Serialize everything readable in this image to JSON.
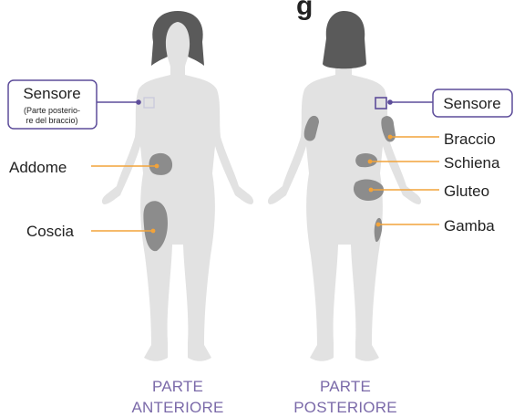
{
  "title_fragment": "g",
  "front": {
    "sensor_label": "Sensore",
    "sensor_note_line1": "(Parte posterio-",
    "sensor_note_line2": "re del braccio)",
    "sites": [
      "Addome",
      "Coscia"
    ],
    "caption_line1": "PARTE",
    "caption_line2": "ANTERIORE"
  },
  "back": {
    "sensor_label": "Sensore",
    "sites": [
      "Braccio",
      "Schiena",
      "Gluteo",
      "Gamba"
    ],
    "caption_line1": "PARTE",
    "caption_line2": "POSTERIORE"
  },
  "colors": {
    "body": "#e2e2e2",
    "hair": "#5a5a5a",
    "site_patch": "#8c8c8c",
    "leader_line": "#f2a33a",
    "sensor_accent": "#5d4d9a",
    "caption": "#7b6aa9"
  }
}
